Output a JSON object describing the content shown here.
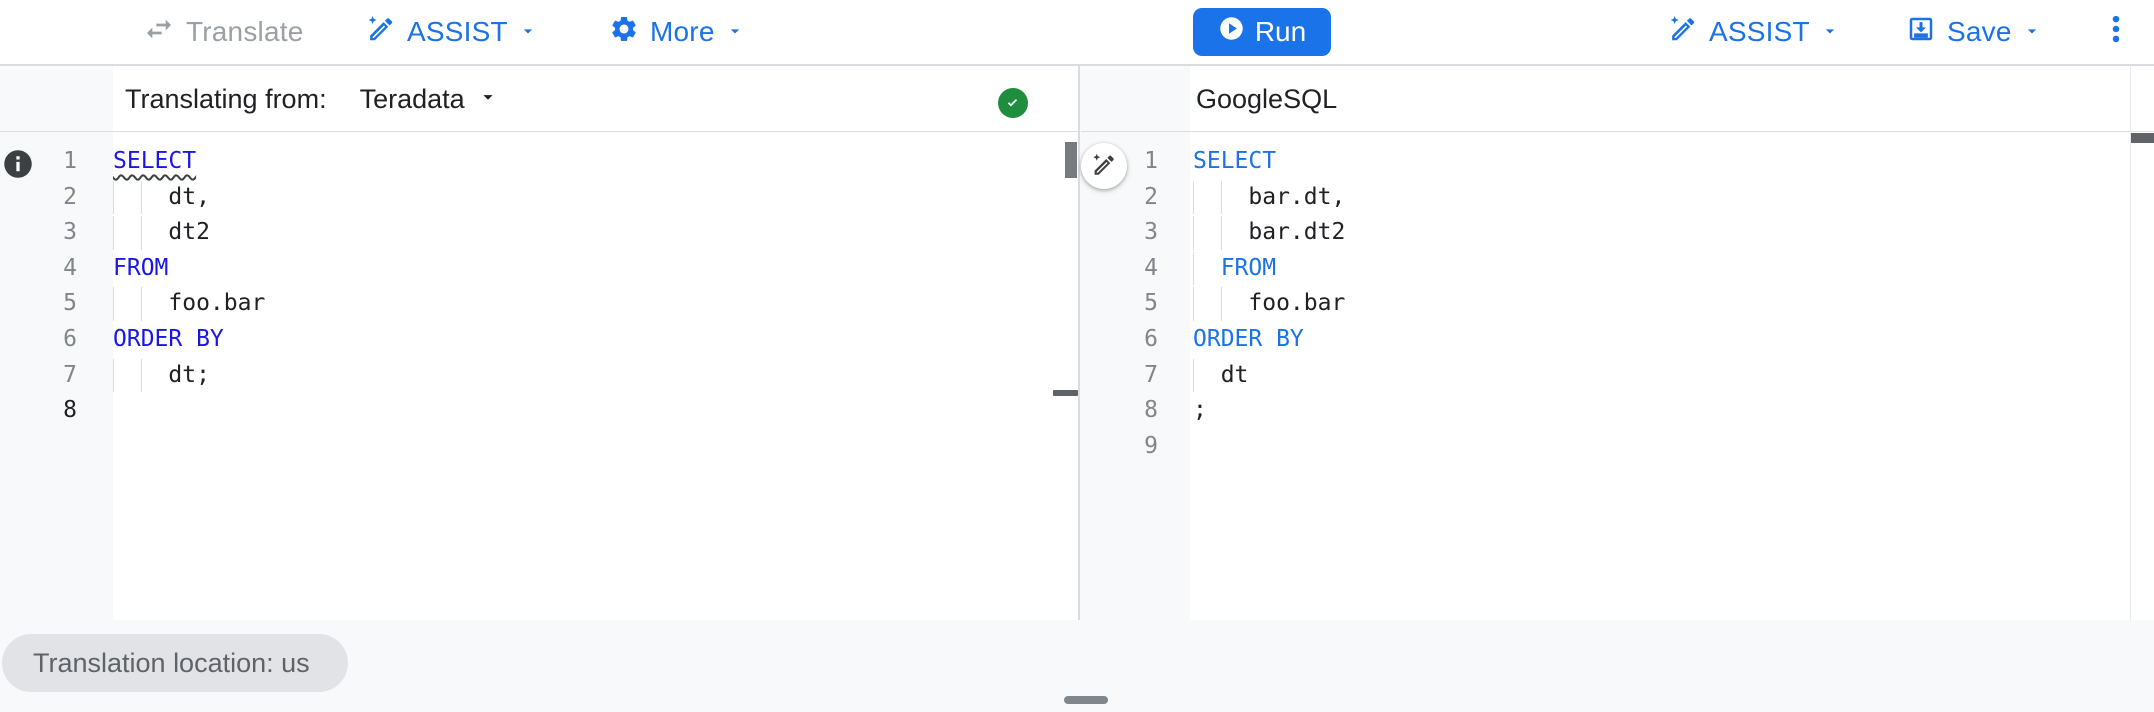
{
  "toolbar": {
    "translate_label": "Translate",
    "assist_label": "ASSIST",
    "more_label": "More",
    "run_label": "Run",
    "save_label": "Save"
  },
  "left_panel": {
    "header_prefix": "Translating from:",
    "dialect": "Teradata",
    "status": "success"
  },
  "right_panel": {
    "header_title": "GoogleSQL"
  },
  "footer": {
    "location_chip": "Translation location: us"
  },
  "icons": {
    "translate": "swap-horizontal-icon",
    "assist": "pen-spark-icon",
    "more": "gear-icon",
    "run": "play-circle-icon",
    "save": "save-icon",
    "overflow": "kebab-menu-icon",
    "source_status": "check-circle-icon",
    "line_marker": "info-icon",
    "divider_tool": "pen-spark-icon"
  },
  "colors": {
    "accent_blue": "#1a73e8",
    "keyword_blue_left": "#1a16e8",
    "keyword_blue_right": "#1a73e8",
    "success_green": "#1e8e3e",
    "code_text": "#202124",
    "disabled_gray": "#9aa0a6",
    "chip_bg": "#e1e3e6"
  },
  "editors": {
    "left": {
      "active_line": 8,
      "lines": [
        {
          "tokens": [
            {
              "c": "kw",
              "t": "SELECT",
              "squiggle": true
            }
          ]
        },
        {
          "tokens": [
            {
              "c": "id",
              "t": "    dt,"
            }
          ]
        },
        {
          "tokens": [
            {
              "c": "id",
              "t": "    dt2"
            }
          ]
        },
        {
          "tokens": [
            {
              "c": "kw",
              "t": "FROM"
            }
          ]
        },
        {
          "tokens": [
            {
              "c": "id",
              "t": "    foo.bar"
            }
          ]
        },
        {
          "tokens": [
            {
              "c": "kw",
              "t": "ORDER BY"
            }
          ]
        },
        {
          "tokens": [
            {
              "c": "id",
              "t": "    dt;"
            }
          ]
        },
        {
          "tokens": []
        }
      ]
    },
    "right": {
      "active_line": null,
      "lines": [
        {
          "tokens": [
            {
              "c": "kw",
              "t": "SELECT"
            }
          ]
        },
        {
          "tokens": [
            {
              "c": "id",
              "t": "    bar.dt,"
            }
          ]
        },
        {
          "tokens": [
            {
              "c": "id",
              "t": "    bar.dt2"
            }
          ]
        },
        {
          "tokens": [
            {
              "c": "ws",
              "t": "  "
            },
            {
              "c": "kw",
              "t": "FROM"
            }
          ]
        },
        {
          "tokens": [
            {
              "c": "id",
              "t": "    foo.bar"
            }
          ]
        },
        {
          "tokens": [
            {
              "c": "kw",
              "t": "ORDER BY"
            }
          ]
        },
        {
          "tokens": [
            {
              "c": "id",
              "t": "  dt"
            }
          ]
        },
        {
          "tokens": [
            {
              "c": "id",
              "t": ";"
            }
          ]
        },
        {
          "tokens": []
        }
      ]
    }
  }
}
